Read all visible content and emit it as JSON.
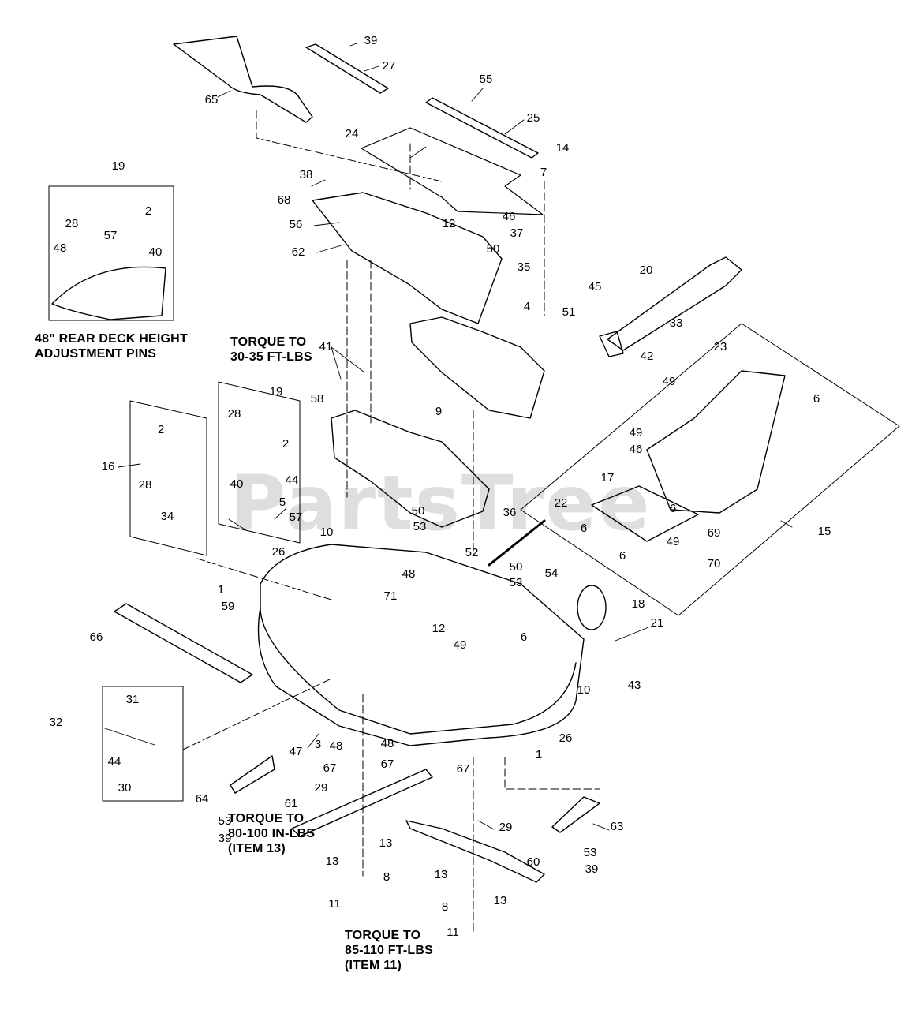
{
  "watermark": "PartsTree",
  "notes": {
    "rear_deck_pins": [
      "48\" REAR DECK HEIGHT",
      "ADJUSTMENT PINS"
    ],
    "torque_gearbox": [
      "TORQUE TO",
      "30-35 FT-LBS"
    ],
    "torque_item13": [
      "TORQUE TO",
      "80-100 IN-LBS",
      "(ITEM 13)"
    ],
    "torque_item11": [
      "TORQUE TO",
      "85-110 FT-LBS",
      "(ITEM 11)"
    ]
  },
  "callouts": [
    "39",
    "27",
    "65",
    "55",
    "25",
    "14",
    "7",
    "24",
    "38",
    "68",
    "46",
    "37",
    "12",
    "50",
    "56",
    "62",
    "35",
    "4",
    "19",
    "2",
    "28",
    "57",
    "48",
    "40",
    "20",
    "45",
    "51",
    "33",
    "42",
    "41",
    "58",
    "9",
    "23",
    "6",
    "49",
    "49",
    "46",
    "16",
    "2",
    "28",
    "19",
    "28",
    "2",
    "44",
    "5",
    "40",
    "34",
    "57",
    "26",
    "10",
    "17",
    "22",
    "6",
    "6",
    "6",
    "69",
    "49",
    "70",
    "15",
    "50",
    "53",
    "36",
    "52",
    "50",
    "53",
    "54",
    "48",
    "71",
    "12",
    "6",
    "18",
    "21",
    "1",
    "59",
    "66",
    "49",
    "43",
    "10",
    "31",
    "32",
    "44",
    "30",
    "47",
    "3",
    "48",
    "48",
    "67",
    "67",
    "29",
    "64",
    "53",
    "39",
    "61",
    "13",
    "13",
    "67",
    "29",
    "8",
    "11",
    "26",
    "1",
    "63",
    "60",
    "53",
    "39",
    "13",
    "13",
    "8",
    "11"
  ]
}
